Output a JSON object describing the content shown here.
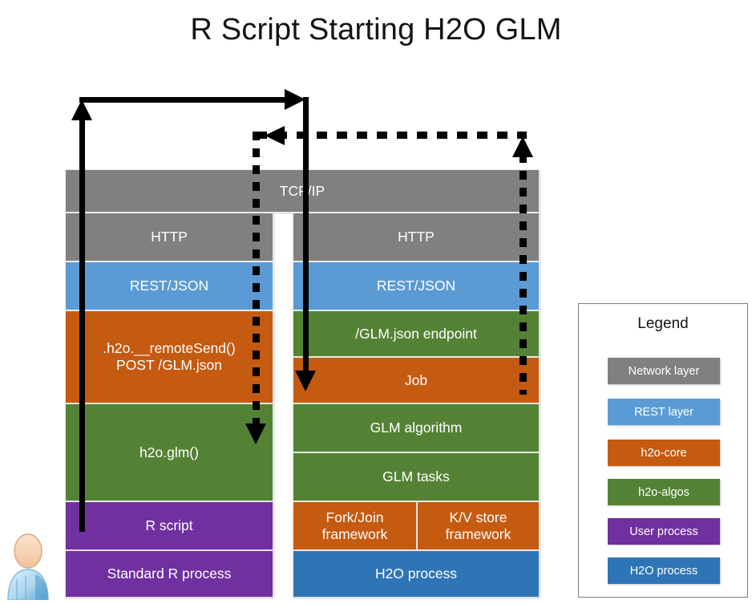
{
  "title": "R Script Starting H2O GLM",
  "colors": {
    "network_layer": "#808080",
    "rest_layer": "#5B9BD5",
    "h2o_core": "#C55A11",
    "h2o_algos": "#548235",
    "user_process": "#7030A0",
    "h2o_process": "#2E75B6",
    "arrow": "#000000",
    "title_text": "#141414"
  },
  "shared": {
    "tcp_ip": "TCP/IP"
  },
  "left_stack": {
    "name": "Standard R process stack",
    "blocks": [
      {
        "label": "HTTP",
        "color": "network_layer"
      },
      {
        "label": "REST/JSON",
        "color": "rest_layer"
      },
      {
        "label": ".h2o.__remoteSend()\nPOST /GLM.json",
        "color": "h2o_core"
      },
      {
        "label": "h2o.glm()",
        "color": "h2o_algos"
      },
      {
        "label": "R script",
        "color": "user_process"
      },
      {
        "label": "Standard R process",
        "color": "user_process"
      }
    ]
  },
  "right_stack": {
    "name": "H2O process stack",
    "blocks": [
      {
        "label": "HTTP",
        "color": "network_layer"
      },
      {
        "label": "REST/JSON",
        "color": "rest_layer"
      },
      {
        "label": "/GLM.json endpoint",
        "color": "h2o_algos"
      },
      {
        "label": "Job",
        "color": "h2o_core"
      },
      {
        "label": "GLM algorithm",
        "color": "h2o_algos"
      },
      {
        "label": "GLM tasks",
        "color": "h2o_algos"
      },
      {
        "label": "Fork/Join\nframework",
        "color": "h2o_core"
      },
      {
        "label": "K/V store\nframework",
        "color": "h2o_core"
      },
      {
        "label": "H2O process",
        "color": "h2o_process"
      }
    ]
  },
  "legend": {
    "title": "Legend",
    "items": [
      {
        "label": "Network layer",
        "color": "#808080"
      },
      {
        "label": "REST layer",
        "color": "#5B9BD5"
      },
      {
        "label": "h2o-core",
        "color": "#C55A11"
      },
      {
        "label": "h2o-algos",
        "color": "#548235"
      },
      {
        "label": "User process",
        "color": "#7030A0"
      },
      {
        "label": "H2O process",
        "color": "#2E75B6"
      }
    ]
  },
  "flow": {
    "request_arrow": "solid up-and-over from R script to H2O process",
    "response_arrow": "dashed up-and-over from H2O process back to R client"
  }
}
